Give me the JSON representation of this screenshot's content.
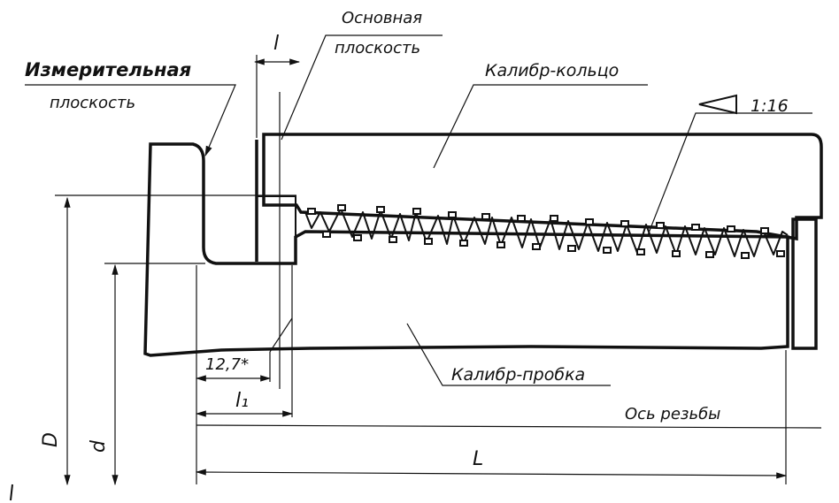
{
  "labels": {
    "measuring_plane_1": "Измерительная",
    "measuring_plane_2": "плоскость",
    "base_plane_1": "Основная",
    "base_plane_2": "плоскость",
    "ring_gauge": "Калибр-кольцо",
    "plug_gauge": "Калибр-пробка",
    "taper": "1:16",
    "thread_axis": "Ось резьбы"
  },
  "dimensions": {
    "l": "l",
    "l1": "l₁",
    "gauge_length": "12,7*",
    "L": "L",
    "D": "D",
    "d": "d"
  }
}
